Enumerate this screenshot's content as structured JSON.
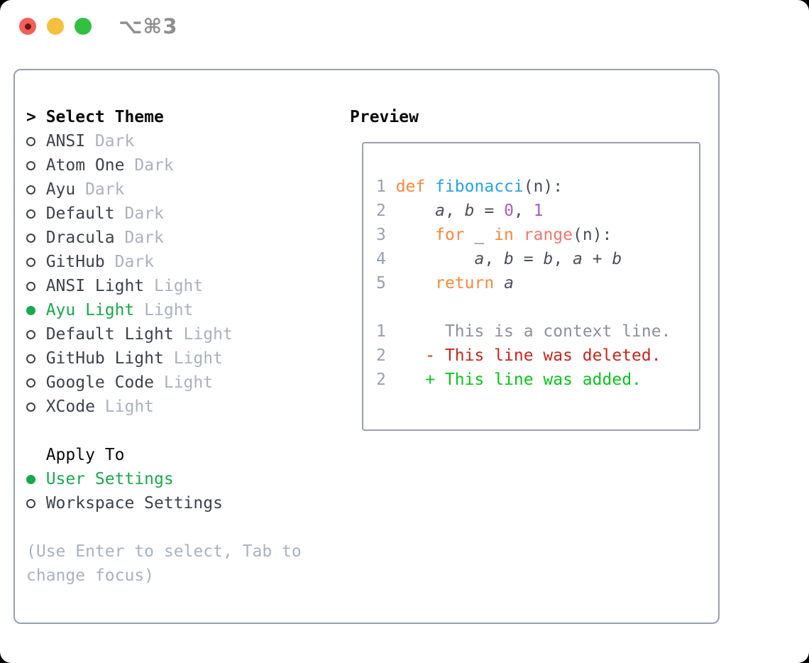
{
  "titlebar": {
    "shortcut_label": "⌥⌘3",
    "traffic_lights": [
      {
        "name": "close"
      },
      {
        "name": "minimize"
      },
      {
        "name": "zoom"
      }
    ]
  },
  "theme_menu": {
    "prompt": ">",
    "header": "Select Theme",
    "items": [
      {
        "name": "ANSI",
        "variant": "Dark",
        "selected": false
      },
      {
        "name": "Atom One",
        "variant": "Dark",
        "selected": false
      },
      {
        "name": "Ayu",
        "variant": "Dark",
        "selected": false
      },
      {
        "name": "Default",
        "variant": "Dark",
        "selected": false
      },
      {
        "name": "Dracula",
        "variant": "Dark",
        "selected": false
      },
      {
        "name": "GitHub",
        "variant": "Dark",
        "selected": false
      },
      {
        "name": "ANSI Light",
        "variant": "Light",
        "selected": false
      },
      {
        "name": "Ayu Light",
        "variant": "Light",
        "selected": true
      },
      {
        "name": "Default Light",
        "variant": "Light",
        "selected": false
      },
      {
        "name": "GitHub Light",
        "variant": "Light",
        "selected": false
      },
      {
        "name": "Google Code",
        "variant": "Light",
        "selected": false
      },
      {
        "name": "XCode",
        "variant": "Light",
        "selected": false
      }
    ]
  },
  "apply_to": {
    "header": "Apply To",
    "options": [
      {
        "name": "User Settings",
        "selected": true
      },
      {
        "name": "Workspace Settings",
        "selected": false
      }
    ]
  },
  "help_text": {
    "line1": "(Use Enter to select, Tab to",
    "line2": "change focus)"
  },
  "preview": {
    "header": "Preview",
    "code_lines": [
      {
        "segments": [
          [
            "1 ",
            "num"
          ],
          [
            "def",
            "kw"
          ],
          [
            " ",
            "plain"
          ],
          [
            "fibonacci",
            "fn"
          ],
          [
            "(n):",
            "plain"
          ]
        ]
      },
      {
        "segments": [
          [
            "2",
            "num"
          ],
          [
            "     ",
            "plain"
          ],
          [
            "a",
            "var"
          ],
          [
            ", ",
            "plain"
          ],
          [
            "b",
            "var"
          ],
          [
            " = ",
            "plain"
          ],
          [
            "0",
            "numlit"
          ],
          [
            ", ",
            "plain"
          ],
          [
            "1",
            "numlit"
          ]
        ]
      },
      {
        "segments": [
          [
            "3",
            "num"
          ],
          [
            "     ",
            "plain"
          ],
          [
            "for",
            "kw"
          ],
          [
            " _ ",
            "plain"
          ],
          [
            "in",
            "kw"
          ],
          [
            " ",
            "plain"
          ],
          [
            "range",
            "call"
          ],
          [
            "(n):",
            "plain"
          ]
        ]
      },
      {
        "segments": [
          [
            "4",
            "num"
          ],
          [
            "         ",
            "plain"
          ],
          [
            "a",
            "var"
          ],
          [
            ", ",
            "plain"
          ],
          [
            "b",
            "var"
          ],
          [
            " = ",
            "plain"
          ],
          [
            "b",
            "var"
          ],
          [
            ", ",
            "plain"
          ],
          [
            "a",
            "var"
          ],
          [
            " + ",
            "plain"
          ],
          [
            "b",
            "var"
          ]
        ]
      },
      {
        "segments": [
          [
            "5",
            "num"
          ],
          [
            "     ",
            "plain"
          ],
          [
            "return",
            "kw"
          ],
          [
            " ",
            "plain"
          ],
          [
            "a",
            "var"
          ]
        ]
      },
      {
        "segments": []
      },
      {
        "segments": [
          [
            "1",
            "num"
          ],
          [
            "      ",
            "plain"
          ],
          [
            "This is a context line.",
            "ctx"
          ]
        ]
      },
      {
        "segments": [
          [
            "2",
            "num"
          ],
          [
            "    ",
            "plain"
          ],
          [
            "- This line was deleted.",
            "del"
          ]
        ]
      },
      {
        "segments": [
          [
            "2",
            "num"
          ],
          [
            "    ",
            "plain"
          ],
          [
            "+ This line was added.",
            "add"
          ]
        ]
      }
    ]
  },
  "colors": {
    "background": "#ffffff",
    "backdrop": "#000000",
    "border": "#97a1ae",
    "header_text": "#0b0b0b",
    "item_text": "#3d424b",
    "muted_text": "#a9b2bf",
    "selected_green": "#17a94b",
    "titlebar_text": "#8f8f8f",
    "line_number": "#97a0ae",
    "code_plain": "#4b5059",
    "keyword_orange": "#f9883b",
    "function_blue": "#25a2ea",
    "call_coral": "#f5756d",
    "number_purple": "#a55ccb",
    "context_gray": "#8b919b",
    "deleted_red": "#cb2619",
    "added_green": "#07c51c",
    "close_red": "#f25f58",
    "close_dot": "#6e1510",
    "minimize_yellow": "#f6bf3e",
    "zoom_green": "#32c043"
  }
}
